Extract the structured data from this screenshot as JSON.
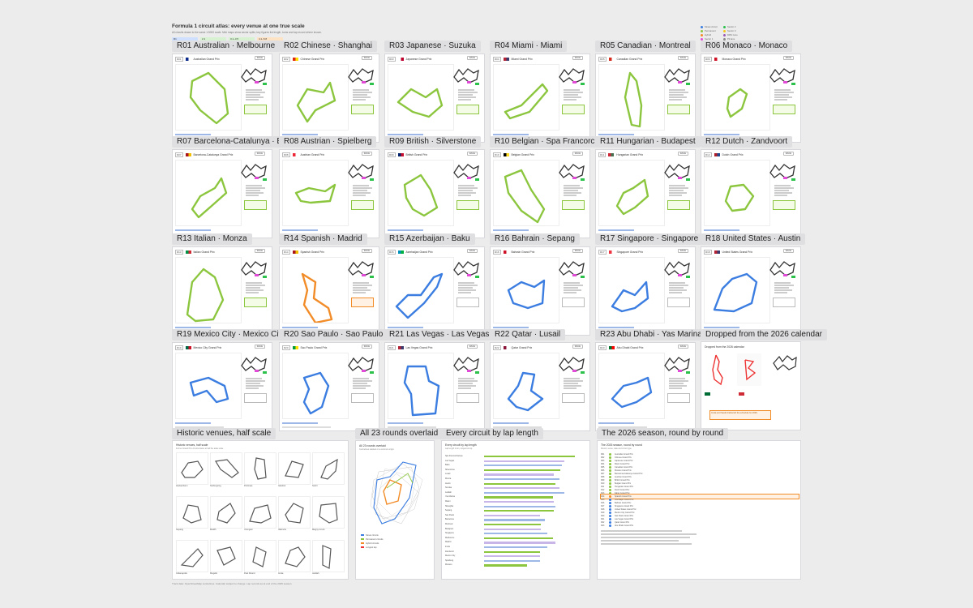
{
  "canvas": {
    "title": "Formula 1 circuit atlas: every venue at one true scale",
    "subtitle": "All circuits drawn to the same 1:5000 scale. Mini maps show sector splits; key figures list length, turns and lap record where known.",
    "footer": "Track data: OpenStreetMap centrelines. Calendar subject to change. Lap records as at end of the 2025 season."
  },
  "legend_chips": [
    {
      "label": "R1",
      "color": "#cfe0ff"
    },
    {
      "label": "2.1",
      "color": "#d7f2d1"
    },
    {
      "label": "3.1–3.5",
      "color": "#d7f2d1"
    },
    {
      "label": "4.1–5.8",
      "color": "#fde2c4"
    }
  ],
  "key": {
    "items": [
      {
        "label": "Street circuit",
        "color": "#3b7de0"
      },
      {
        "label": "Permanent",
        "color": "#8cc63f"
      },
      {
        "label": "Hybrid",
        "color": "#f28c28"
      },
      {
        "label": "Sector 1",
        "color": "#e24bd8"
      },
      {
        "label": "Sector 2",
        "color": "#2bc14a"
      },
      {
        "label": "Sector 3",
        "color": "#f5c518"
      },
      {
        "label": "DRS zone",
        "color": "#9b59b6"
      },
      {
        "label": "Pit lane",
        "color": "#888888"
      }
    ]
  },
  "rounds": [
    {
      "label": "R01  Australian  ·  Melbourne",
      "gp": "Australian Grand Prix",
      "tag": "R01",
      "pill": "RACE",
      "flag": [
        "#0a2a8c",
        "#ffffff"
      ],
      "kind": "green"
    },
    {
      "label": "R02  Chinese  ·  Shanghai",
      "gp": "Chinese Grand Prix",
      "tag": "R02",
      "pill": "RACE",
      "flag": [
        "#de2910",
        "#ffde00"
      ],
      "kind": "green"
    },
    {
      "label": "R03  Japanese  ·  Suzuka",
      "gp": "Japanese Grand Prix",
      "tag": "R03",
      "pill": "RACE",
      "flag": [
        "#ffffff",
        "#bc002d"
      ],
      "kind": "green"
    },
    {
      "label": "R04  Miami  ·  Miami",
      "gp": "Miami Grand Prix",
      "tag": "R04",
      "pill": "RACE",
      "flag": [
        "#b22234",
        "#3c3b6e"
      ],
      "kind": "green"
    },
    {
      "label": "R05  Canadian  ·  Montreal",
      "gp": "Canadian Grand Prix",
      "tag": "R05",
      "pill": "RACE",
      "flag": [
        "#d52b1e",
        "#ffffff"
      ],
      "kind": "green"
    },
    {
      "label": "R06  Monaco  ·  Monaco",
      "gp": "Monaco Grand Prix",
      "tag": "R06",
      "pill": "RACE",
      "flag": [
        "#ce1126",
        "#ffffff"
      ],
      "kind": "green"
    },
    {
      "label": "R07  Barcelona-Catalunya  ·  Barcelona",
      "gp": "Barcelona-Catalunya Grand Prix",
      "tag": "R07",
      "pill": "RACE",
      "flag": [
        "#aa151b",
        "#f1bf00"
      ],
      "kind": "green"
    },
    {
      "label": "R08  Austrian  ·  Spielberg",
      "gp": "Austrian Grand Prix",
      "tag": "R08",
      "pill": "RACE",
      "flag": [
        "#ed2939",
        "#ffffff"
      ],
      "kind": "green"
    },
    {
      "label": "R09  British  ·  Silverstone",
      "gp": "British Grand Prix",
      "tag": "R09",
      "pill": "RACE",
      "flag": [
        "#012169",
        "#c8102e"
      ],
      "kind": "green"
    },
    {
      "label": "R10  Belgian  ·  Spa Francorchamps",
      "gp": "Belgian Grand Prix",
      "tag": "R10",
      "pill": "RACE",
      "flag": [
        "#000000",
        "#fdda24"
      ],
      "kind": "green"
    },
    {
      "label": "R11  Hungarian  ·  Budapest",
      "gp": "Hungarian Grand Prix",
      "tag": "R11",
      "pill": "RACE",
      "flag": [
        "#ce2939",
        "#477050"
      ],
      "kind": "green"
    },
    {
      "label": "R12  Dutch  ·  Zandvoort",
      "gp": "Dutch Grand Prix",
      "tag": "R12",
      "pill": "RACE",
      "flag": [
        "#ae1c28",
        "#21468b"
      ],
      "kind": "green"
    },
    {
      "label": "R13  Italian  ·  Monza",
      "gp": "Italian Grand Prix",
      "tag": "R13",
      "pill": "RACE",
      "flag": [
        "#009246",
        "#ce2b37"
      ],
      "kind": "green"
    },
    {
      "label": "R14  Spanish  ·  Madrid",
      "gp": "Spanish Grand Prix",
      "tag": "R14",
      "pill": "RACE",
      "flag": [
        "#aa151b",
        "#f1bf00"
      ],
      "kind": "orange"
    },
    {
      "label": "R15  Azerbaijan  ·  Baku",
      "gp": "Azerbaijan Grand Prix",
      "tag": "R15",
      "pill": "RACE",
      "flag": [
        "#0092bc",
        "#00b140"
      ],
      "kind": "blue"
    },
    {
      "label": "R16  Bahrain  ·  Sepang",
      "gp": "Bahrain Grand Prix",
      "tag": "R16",
      "pill": "RACE",
      "flag": [
        "#ce1126",
        "#ffffff"
      ],
      "kind": "blue"
    },
    {
      "label": "R17  Singapore  ·  Singapore",
      "gp": "Singapore Grand Prix",
      "tag": "R17",
      "pill": "RACE",
      "flag": [
        "#ef3340",
        "#ffffff"
      ],
      "kind": "blue"
    },
    {
      "label": "R18  United States  ·  Austin",
      "gp": "United States Grand Prix",
      "tag": "R18",
      "pill": "RACE",
      "flag": [
        "#b22234",
        "#3c3b6e"
      ],
      "kind": "blue"
    },
    {
      "label": "R19  Mexico City  ·  Mexico City",
      "gp": "Mexico City Grand Prix",
      "tag": "R19",
      "pill": "RACE",
      "flag": [
        "#006847",
        "#ce1126"
      ],
      "kind": "blue"
    },
    {
      "label": "R20  Sao Paulo  ·  Sao Paulo",
      "gp": "Sao Paulo Grand Prix",
      "tag": "R20",
      "pill": "RACE",
      "flag": [
        "#009c3b",
        "#ffdf00"
      ],
      "kind": "blue"
    },
    {
      "label": "R21  Las Vegas  ·  Las Vegas",
      "gp": "Las Vegas Grand Prix",
      "tag": "R21",
      "pill": "RACE",
      "flag": [
        "#b22234",
        "#3c3b6e"
      ],
      "kind": "blue"
    },
    {
      "label": "R22  Qatar  ·  Lusail",
      "gp": "Qatar Grand Prix",
      "tag": "R22",
      "pill": "RACE",
      "flag": [
        "#8a1538",
        "#ffffff"
      ],
      "kind": "blue"
    },
    {
      "label": "R23  Abu Dhabi  ·  Yas Marina",
      "gp": "Abu Dhabi Grand Prix",
      "tag": "R23",
      "pill": "RACE",
      "flag": [
        "#00732f",
        "#ff0000"
      ],
      "kind": "blue"
    }
  ],
  "dropped": {
    "label": "Dropped from the 2026 calendar",
    "title": "Dropped from the 2026 calendar",
    "note": "Imola and Saudi Arabia left the schedule for 2026."
  },
  "historic": {
    "label": "Historic venues, half scale",
    "title": "Historic venues, half scale",
    "subtitle": "Former Grand Prix circuits drawn at half the atlas scale.",
    "venues": [
      "Hockenheim",
      "Nurburgring",
      "Portimao",
      "Istanbul",
      "Sochi",
      "Sepang",
      "Buddh",
      "Yeongam",
      "Valencia",
      "Magny-Cours",
      "Indianapolis",
      "Mugello",
      "Paul Ricard",
      "Imola",
      "Jeddah"
    ]
  },
  "overlay": {
    "label": "All 23 rounds overlaid",
    "title": "All 23 rounds overlaid",
    "subtitle": "Centrelines stacked on a common origin.",
    "legend": [
      "Street circuits",
      "Permanent circuits",
      "Hybrid circuits",
      "Longest lap"
    ]
  },
  "lengths": {
    "label": "Every circuit by lap length",
    "title": "Every circuit by lap length",
    "subtitle": "Lap length in km, longest at top."
  },
  "season": {
    "label": "The 2026 season, round by round",
    "title": "The 2026 season, round by round",
    "subtitle": "Round, venue, date and circuit type."
  },
  "chart_data": {
    "type": "bar",
    "title": "Every circuit by lap length",
    "categories": [
      "Spa Francorchamps",
      "Las Vegas",
      "Baku",
      "Silverstone",
      "Lusail",
      "Monza",
      "Austin",
      "Suzuka",
      "Jeddah",
      "Yas Marina",
      "Miami",
      "Shanghai",
      "Sepang",
      "Sao Paulo",
      "Barcelona",
      "Montreal",
      "Budapest",
      "Singapore",
      "Melbourne",
      "Madrid",
      "Imola",
      "Zandvoort",
      "Mexico City",
      "Spielberg",
      "Monaco"
    ],
    "values": [
      7.0,
      6.2,
      6.0,
      5.9,
      5.4,
      5.8,
      5.5,
      5.8,
      6.2,
      5.3,
      5.4,
      5.5,
      5.4,
      4.3,
      4.7,
      4.4,
      4.4,
      4.9,
      5.3,
      5.5,
      4.9,
      4.3,
      4.3,
      4.3,
      3.3
    ]
  }
}
